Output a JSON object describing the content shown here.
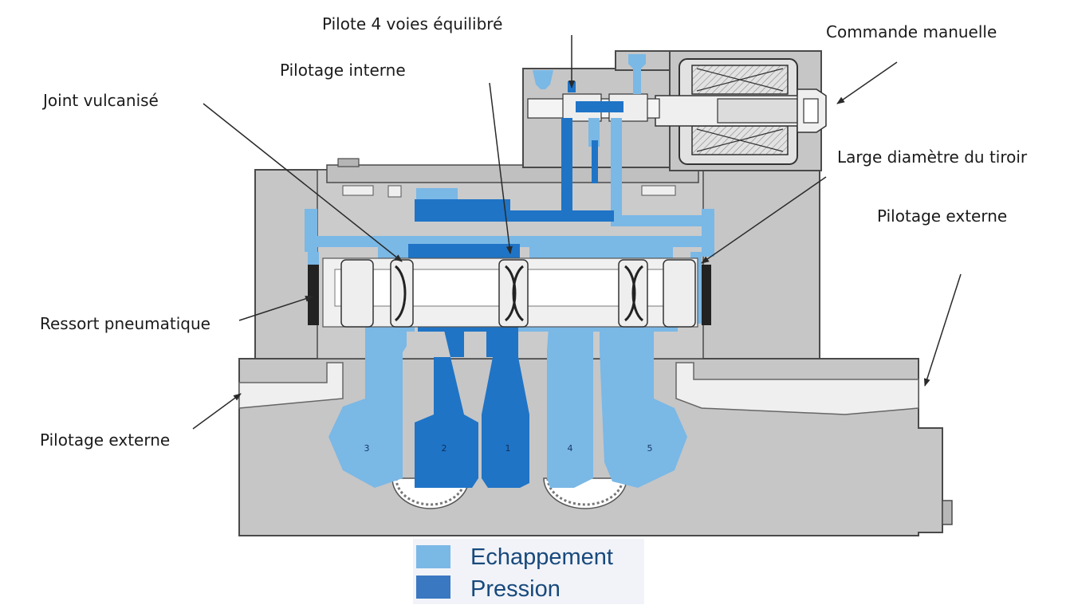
{
  "labels": {
    "pilot_valve": "Pilote 4 voies équilibré",
    "manual_override": "Commande manuelle",
    "internal_pilot": "Pilotage interne",
    "vulcanized_seal": "Joint vulcanisé",
    "large_spool_diameter": "Large diamètre du tiroir",
    "external_pilot_right": "Pilotage externe",
    "air_spring": "Ressort pneumatique",
    "external_pilot_left": "Pilotage externe"
  },
  "ports": [
    "3",
    "2",
    "1",
    "4",
    "5"
  ],
  "legend": [
    {
      "label": "Echappement",
      "color": "#7ab8e6"
    },
    {
      "label": "Pression",
      "color": "#3a78c2"
    }
  ],
  "colors": {
    "body": "#c6c6c6",
    "outline": "#4a4a4a",
    "exhaust": "#7ab8e6",
    "pressure": "#1f74c6",
    "spool": "#eeeeee"
  }
}
